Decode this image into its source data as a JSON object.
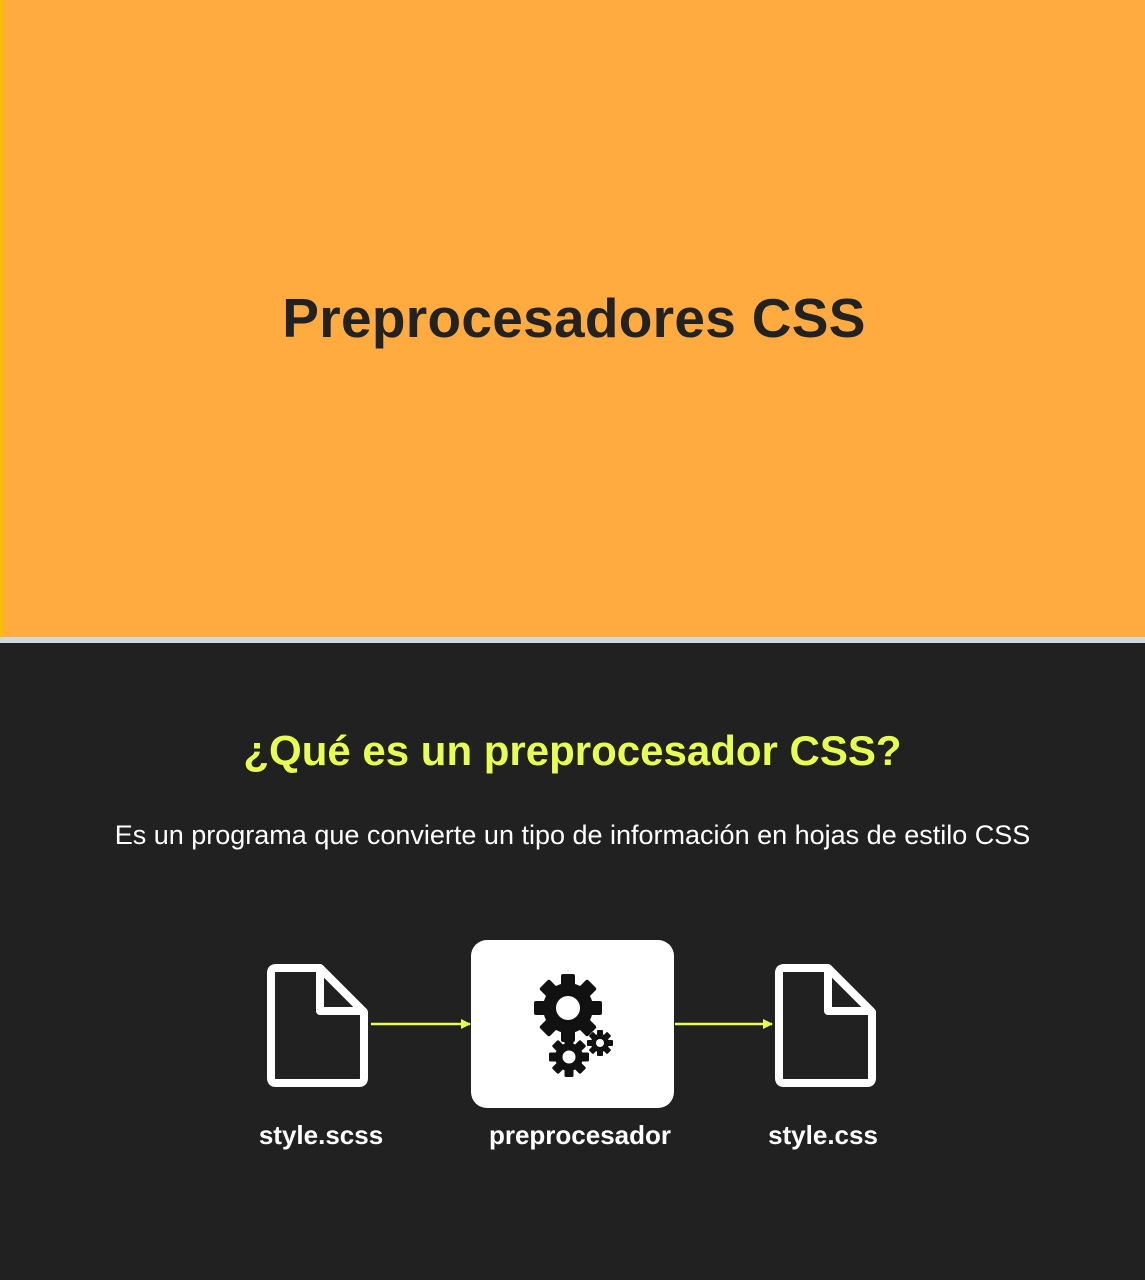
{
  "slides": {
    "title_slide": {
      "title": "Preprocesadores CSS",
      "background_color": "#ffab40"
    },
    "content_slide": {
      "heading": "¿Qué es un preprocesador CSS?",
      "description": "Es un programa que convierte un tipo de información en hojas de estilo CSS",
      "background_color": "#212121",
      "heading_color": "#e8ff4e",
      "arrow_color": "#e8ff4e",
      "diagram": {
        "input": {
          "label": "style.scss",
          "icon": "file-icon"
        },
        "processor": {
          "label": "preprocesador",
          "icon": "gears-icon"
        },
        "output": {
          "label": "style.css",
          "icon": "file-icon"
        }
      }
    }
  }
}
